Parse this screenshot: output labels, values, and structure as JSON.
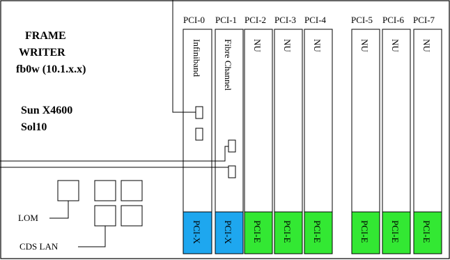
{
  "host": {
    "title_line1": "FRAME",
    "title_line2": "WRITER",
    "hostname": "fb0w (10.1.x.x)",
    "model": "Sun X4600",
    "os": "Sol10"
  },
  "slots": [
    {
      "name": "PCI-0",
      "card": "Infiniband",
      "bus": "PCI-X",
      "bus_color": "#1ea7ef"
    },
    {
      "name": "PCI-1",
      "card": "Fibre Channel",
      "bus": "PCI-X",
      "bus_color": "#1ea7ef"
    },
    {
      "name": "PCI-2",
      "card": "NU",
      "bus": "PCI-E",
      "bus_color": "#33e833"
    },
    {
      "name": "PCI-3",
      "card": "NU",
      "bus": "PCI-E",
      "bus_color": "#33e833"
    },
    {
      "name": "PCI-4",
      "card": "NU",
      "bus": "PCI-E",
      "bus_color": "#33e833"
    },
    {
      "name": "PCI-5",
      "card": "NU",
      "bus": "PCI-E",
      "bus_color": "#33e833"
    },
    {
      "name": "PCI-6",
      "card": "NU",
      "bus": "PCI-E",
      "bus_color": "#33e833"
    },
    {
      "name": "PCI-7",
      "card": "NU",
      "bus": "PCI-E",
      "bus_color": "#33e833"
    }
  ],
  "ports": {
    "lom_label": "LOM",
    "cds_lan_label": "CDS LAN"
  }
}
